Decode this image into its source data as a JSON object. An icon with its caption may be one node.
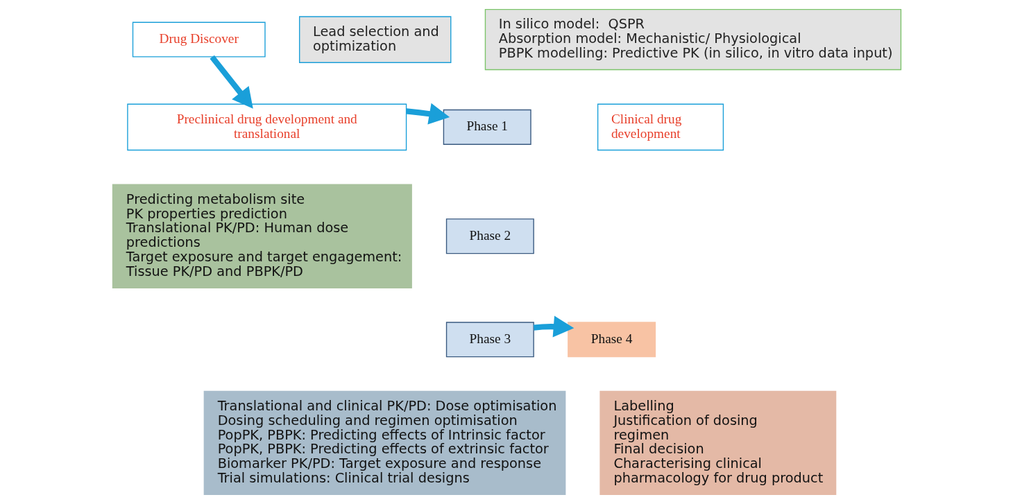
{
  "diagram": {
    "nodes": [
      {
        "text": [
          "Drug Discover"
        ]
      },
      {
        "text": [
          "Lead selection and optimization"
        ]
      },
      {
        "text": [
          "In silico model:  QSPR",
          "Absorption model: Mechanistic/ Physiological",
          "PBPK modelling: Predictive PK (in silico, in vitro data input)"
        ]
      },
      {
        "text": [
          "Preclinical drug development and translational"
        ]
      },
      {
        "text": [
          "Phase 1"
        ]
      },
      {
        "text": [
          "Phase 2"
        ]
      },
      {
        "text": [
          "Phase 3"
        ]
      },
      {
        "text": [
          "Clinical drug development"
        ]
      },
      {
        "text": [
          "Phase 4"
        ]
      },
      {
        "text": [
          "Predicting metabolism site",
          "PK properties prediction",
          "Translational PK/PD: Human dose predictions",
          "Target exposure and target engagement: Tissue PK/PD and PBPK/PD"
        ]
      },
      {
        "text": [
          "Translational and clinical PK/PD: Dose optimisation",
          "Dosing scheduling and regimen optimisation",
          "PopPK, PBPK: Predicting effects of Intrinsic factor",
          "PopPK, PBPK: Predicting effects of extrinsic factor",
          "Biomarker PK/PD: Target exposure and response",
          "Trial simulations: Clinical trial designs"
        ]
      },
      {
        "text": [
          "Labelling",
          "Justification of dosing regimen",
          "Final decision",
          "Characterising clinical pharmacology for drug product"
        ]
      }
    ],
    "edges": [
      {
        "from": 0,
        "to": 3,
        "arrow": "to"
      },
      {
        "from": 3,
        "to": 4,
        "arrow": "to"
      },
      {
        "from": 6,
        "to": 8,
        "arrow": "to"
      }
    ]
  }
}
